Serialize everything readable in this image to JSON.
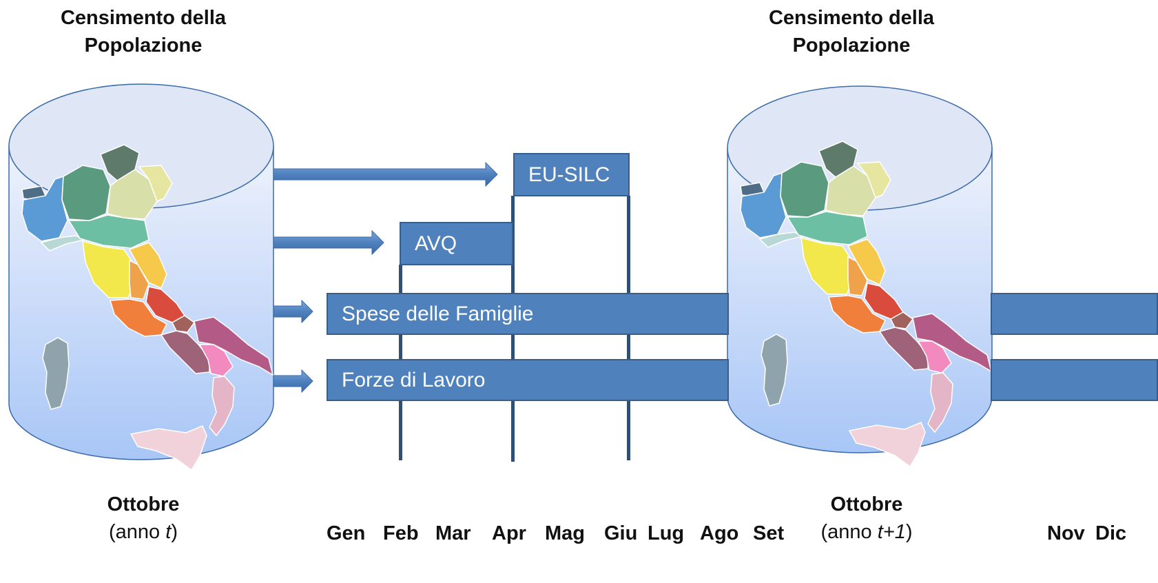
{
  "titles": {
    "left": "Censimento della\nPopolazione",
    "right": "Censimento della\nPopolazione"
  },
  "surveys": [
    {
      "id": "eu-silc",
      "label": "EU-SILC"
    },
    {
      "id": "avq",
      "label": "AVQ"
    },
    {
      "id": "spese",
      "label": "Spese delle Famiglie"
    },
    {
      "id": "forze",
      "label": "Forze di Lavoro"
    }
  ],
  "months": [
    "Gen",
    "Feb",
    "Mar",
    "Apr",
    "Mag",
    "Giu",
    "Lug",
    "Ago",
    "Set",
    "Nov",
    "Dic"
  ],
  "captions": {
    "left": {
      "month": "Ottobre",
      "year_prefix": "(anno ",
      "year_var": "t",
      "year_suffix": ")"
    },
    "right": {
      "month": "Ottobre",
      "year_prefix": "(anno ",
      "year_var": "t+1",
      "year_suffix": ")"
    }
  },
  "colors": {
    "bar_fill": "#4f81bd",
    "bar_border": "#385d8a",
    "cylinder_top": "#e8eefb",
    "cylinder_bottom": "#a4c2f4",
    "regions": {
      "piemonte": "#5b9bd5",
      "valle-aosta": "#4f6d87",
      "lombardia": "#5a9b80",
      "trentino": "#5e7a6a",
      "veneto": "#d8dfa8",
      "friuli": "#e6e6a0",
      "liguria": "#b8d8d6",
      "emilia-romagna": "#6dbfa3",
      "toscana": "#f3e84b",
      "umbria": "#f0a24a",
      "marche": "#f6c94a",
      "lazio": "#f07f3c",
      "abruzzo": "#d94b3c",
      "molise": "#a0625a",
      "campania": "#9e6378",
      "puglia": "#b45a86",
      "basilicata": "#f28ac0",
      "calabria": "#e3b5c7",
      "sicilia": "#f1d2db",
      "sardegna": "#8fa3ad"
    }
  }
}
